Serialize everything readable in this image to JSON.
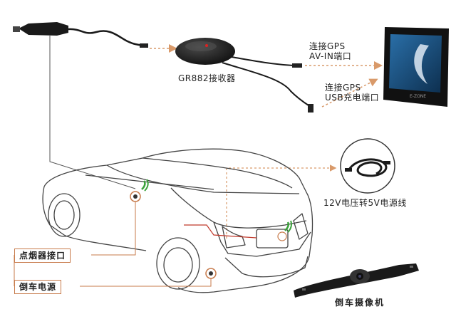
{
  "labels": {
    "receiver": "GR882接收器",
    "gps_av_line1": "连接GPS",
    "gps_av_line2": "AV-IN端口",
    "gps_usb_line1": "连接GPS",
    "gps_usb_line2": "USB充电端口",
    "power_cable": "12V电压转5V电源线",
    "cigarette_port": "点烟器接口",
    "reverse_power": "倒车电源",
    "reverse_camera": "倒车摄像机"
  },
  "colors": {
    "guide_line": "#c77a4a",
    "dashed_arrow": "#d99a6a",
    "device_dark": "#222222",
    "screen_blue": "#1e5a8c",
    "signal_green": "#3aa23a"
  }
}
